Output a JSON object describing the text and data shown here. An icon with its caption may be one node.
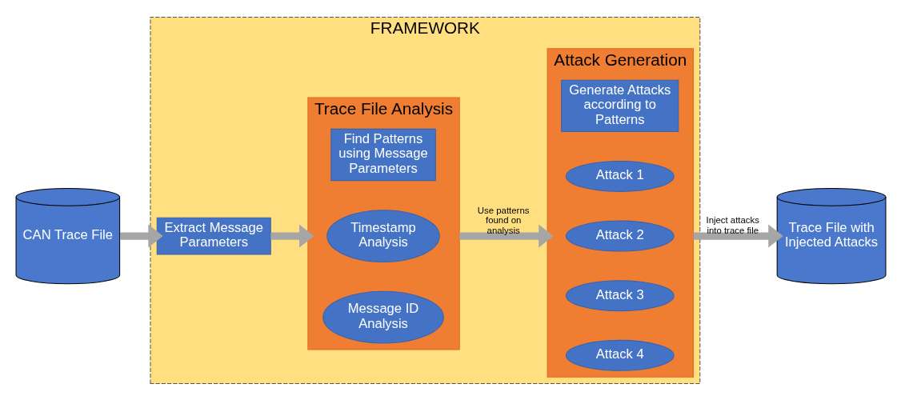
{
  "diagram": {
    "nodes": [
      {
        "text": [
          "CAN Trace File"
        ]
      },
      {
        "text": [
          "FRAMEWORK"
        ]
      },
      {
        "text": [
          "Extract Message Parameters"
        ],
        "in": 1
      },
      {
        "text": [
          "Trace File Analysis"
        ],
        "in": 1
      },
      {
        "text": [
          "Find Patterns using Message Parameters"
        ],
        "in": 3
      },
      {
        "text": [
          "Timestamp Analysis"
        ],
        "in": 3
      },
      {
        "text": [
          "Message ID Analysis"
        ],
        "in": 3
      },
      {
        "text": [
          "Attack Generation"
        ],
        "in": 1
      },
      {
        "text": [
          "Generate Attacks according to Patterns"
        ],
        "in": 7
      },
      {
        "text": [
          "Attack 1"
        ],
        "in": 7
      },
      {
        "text": [
          "Attack 2"
        ],
        "in": 7
      },
      {
        "text": [
          "Attack 3"
        ],
        "in": 7
      },
      {
        "text": [
          "Attack 4"
        ],
        "in": 7
      },
      {
        "text": [
          "Trace File with Injected Attacks"
        ]
      }
    ],
    "edges": [
      {
        "from": 0,
        "to": 2,
        "arrow": "to"
      },
      {
        "from": 2,
        "to": 3,
        "arrow": "to"
      },
      {
        "from": 3,
        "to": 7,
        "arrow": "to",
        "label": "Use patterns found on analysis"
      },
      {
        "from": 7,
        "to": 13,
        "arrow": "to",
        "label": "Inject attacks into trace file"
      }
    ]
  }
}
